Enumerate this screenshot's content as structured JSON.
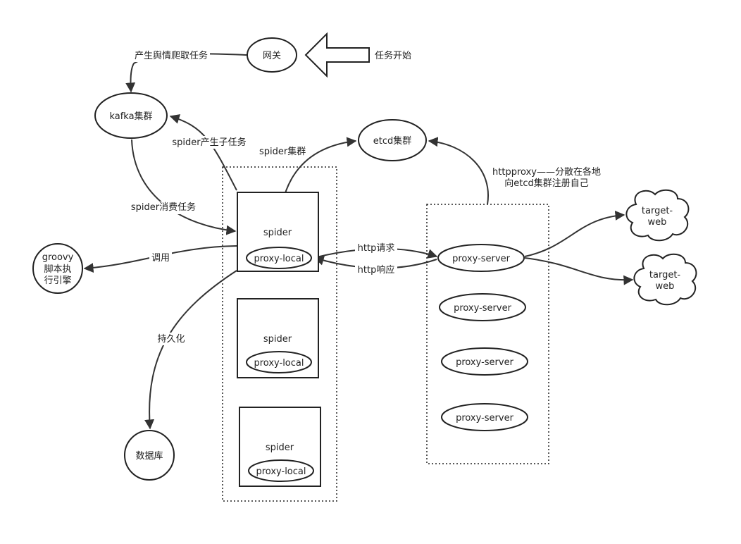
{
  "nodes": {
    "gateway": "网关",
    "task_start": "任务开始",
    "kafka": "kafka集群",
    "etcd": "etcd集群",
    "groovy": [
      "groovy",
      "脚本执",
      "行引擎"
    ],
    "database": "数据库",
    "spider_cluster": "spider集群",
    "spider": "spider",
    "proxy_local": "proxy-local",
    "proxy_server": "proxy-server",
    "target_web": [
      "target-",
      "web"
    ]
  },
  "edges": {
    "produce_task": "产生舆情爬取任务",
    "spider_produce_subtask": "spider产生子任务",
    "spider_consume_task": "spider消费任务",
    "invoke": "调用",
    "persist": "持久化",
    "http_request": "http请求",
    "http_response": "http响应",
    "httpproxy_register": [
      "httpproxy——分散在各地",
      "向etcd集群注册自己"
    ]
  }
}
